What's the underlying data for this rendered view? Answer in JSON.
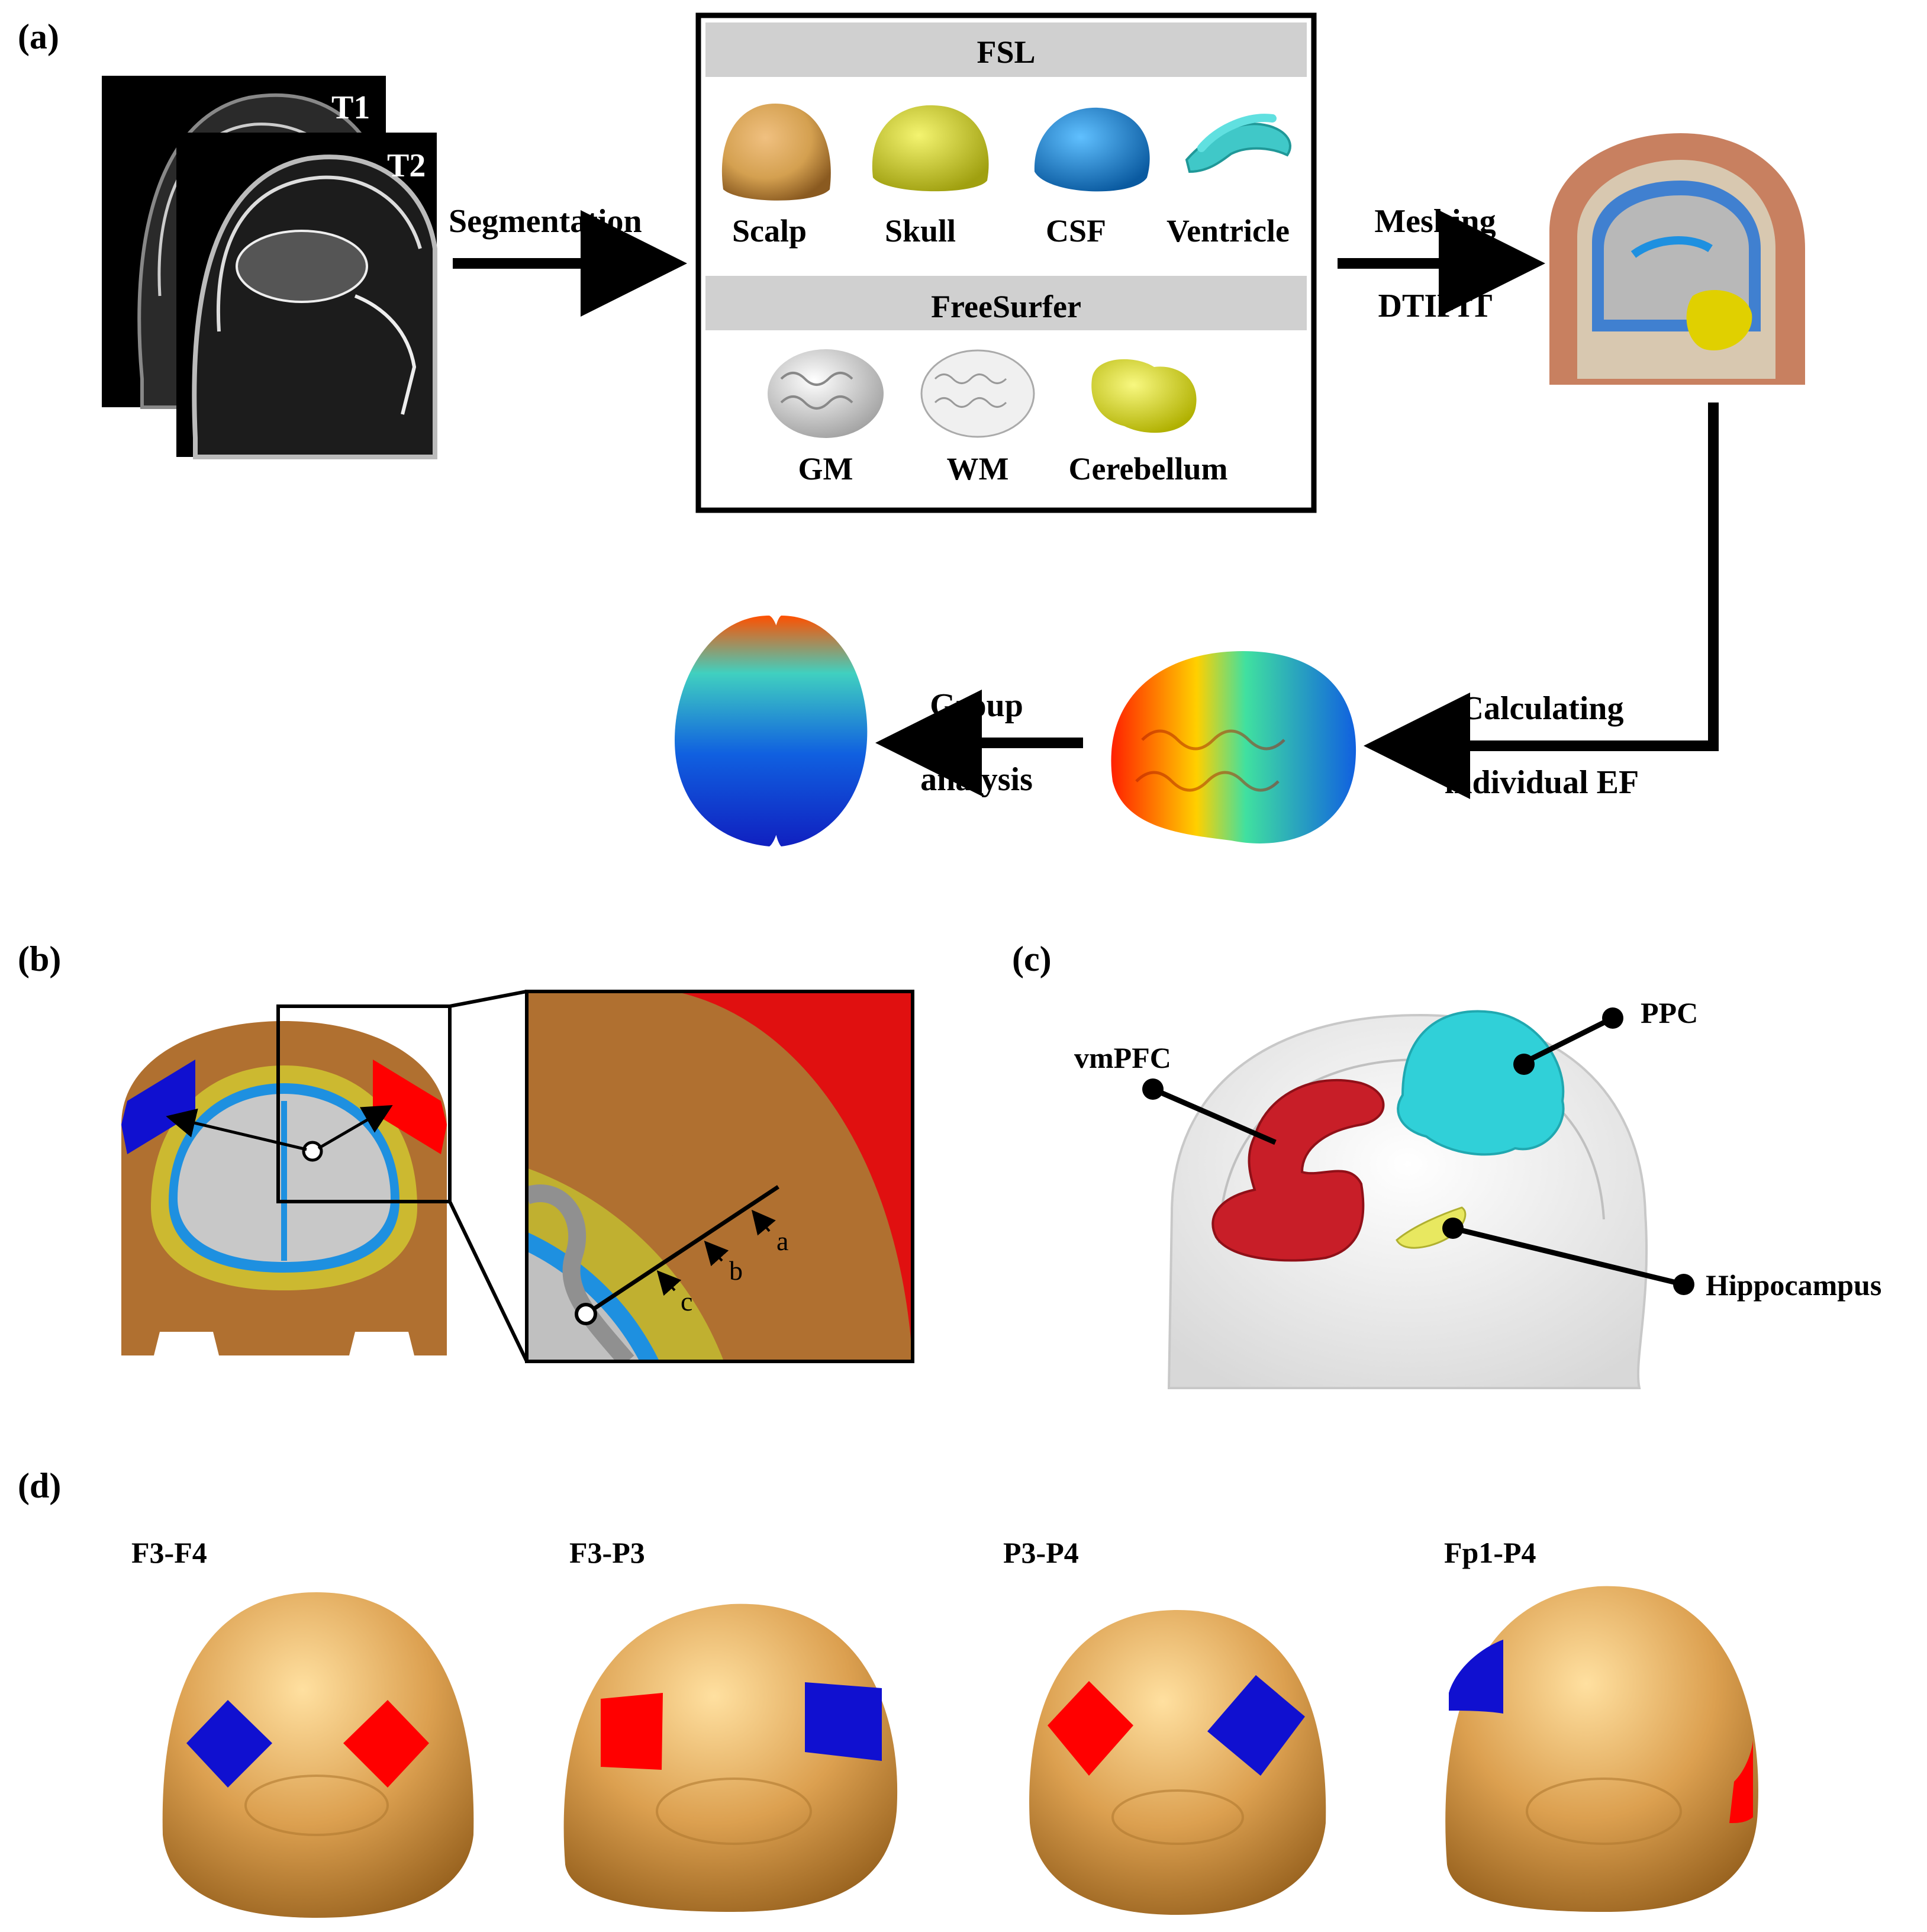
{
  "panels": {
    "a": {
      "label": "(a)",
      "mri": {
        "t1_label": "T1",
        "t2_label": "T2"
      },
      "arrow_segmentation": "Segmentation",
      "box": {
        "fsl_header": "FSL",
        "fsl_items": [
          "Scalp",
          "Skull",
          "CSF",
          "Ventricle"
        ],
        "freesurfer_header": "FreeSurfer",
        "freesurfer_items": [
          "GM",
          "WM",
          "Cerebellum"
        ]
      },
      "arrow_meshing_top": "Meshing",
      "arrow_meshing_bottom": "DTIFIT",
      "arrow_calc_top": "Calculating",
      "arrow_calc_bottom": "individual EF",
      "arrow_group_top": "Group",
      "arrow_group_bottom": "analysis"
    },
    "b": {
      "label": "(b)",
      "zoom_labels": [
        "a",
        "b",
        "c"
      ]
    },
    "c": {
      "label": "(c)",
      "regions": [
        "PPC",
        "vmPFC",
        "Hippocampus"
      ]
    },
    "d": {
      "label": "(d)",
      "montages": [
        "F3-F4",
        "F3-P3",
        "P3-P4",
        "Fp1-P4"
      ]
    }
  },
  "colors": {
    "anode": "#ff0000",
    "cathode": "#1010d0",
    "scalp": "#d4a050",
    "skull": "#d8d830",
    "csf": "#1e90e0",
    "ventricle": "#40c8c8",
    "vmpfc": "#c81e28",
    "ppc": "#30d0d8",
    "hippocampus": "#e8e860"
  }
}
